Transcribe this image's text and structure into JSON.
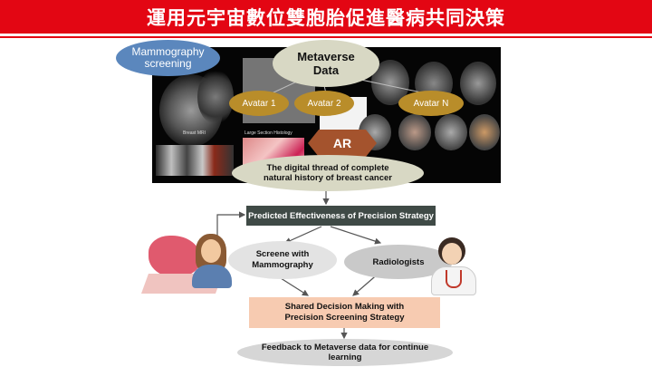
{
  "header": {
    "title": "運用元宇宙數位雙胞胎促進醫病共同決策"
  },
  "top": {
    "mammography_label": "Mammography screening",
    "metaverse_label": "Metaverse Data",
    "avatar1": "Avatar 1",
    "avatar2": "Avatar 2",
    "avatarN": "Avatar N",
    "ar_label": "AR",
    "caption_breast_mri": "Breast MRI",
    "caption_large_section": "Large Section Histology",
    "digital_thread": "The digital thread of complete natural history of breast cancer"
  },
  "flow": {
    "predicted": "Predicted Effectiveness of Precision Strategy",
    "screene": "Screene with Mammography",
    "radiologists": "Radiologists",
    "shared_decision": "Shared Decision Making with Precision Screening Strategy",
    "feedback": "Feedback to Metaverse data for continue learning"
  },
  "colors": {
    "title_red": "#e30613",
    "mammography_blue": "#4f81bd",
    "metaverse_gray": "#d9d9c3",
    "avatar_gold": "#b98d2a",
    "ar_brown": "#a0522d",
    "predicted_dark": "#3f4a46",
    "shared_salmon": "#f8cbad",
    "light_gray": "#d9d9d9"
  }
}
